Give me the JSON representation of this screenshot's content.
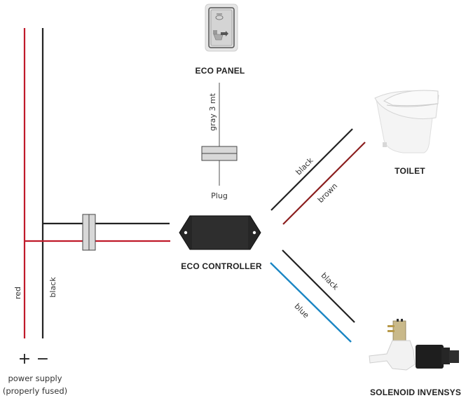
{
  "components": {
    "eco_panel": {
      "title": "ECO PANEL"
    },
    "eco_controller": {
      "title": "ECO CONTROLLER"
    },
    "toilet": {
      "title": "TOILET"
    },
    "solenoid": {
      "title": "SOLENOID INVENSYS"
    }
  },
  "wires": {
    "supply_positive": {
      "label": "red",
      "color": "#c01a2a"
    },
    "supply_negative": {
      "label": "black",
      "color": "#222222"
    },
    "panel_cable": {
      "label": "gray 3 mt",
      "color": "#a8a8a8"
    },
    "plug": {
      "label": "Plug"
    },
    "toilet_black": {
      "label": "black",
      "color": "#222222"
    },
    "toilet_brown": {
      "label": "brown",
      "color": "#8b1e1e"
    },
    "solenoid_black": {
      "label": "black",
      "color": "#222222"
    },
    "solenoid_blue": {
      "label": "blue",
      "color": "#1a86c4"
    }
  },
  "power_supply": {
    "plus": "+",
    "minus": "−",
    "line1": "power supply",
    "line2": "(properly fused)"
  }
}
